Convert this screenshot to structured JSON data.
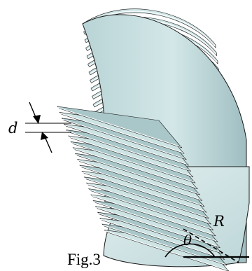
{
  "figure": {
    "caption": "Fig.3",
    "labels": {
      "spacing": "d",
      "angle": "θ",
      "radius": "R"
    },
    "colors": {
      "plate_fill": "#cde3e4",
      "plate_shade": "#a9c7c9",
      "plate_edge": "#ffffff",
      "outline": "#1a1a1a"
    },
    "icons": [
      "arrow-down-icon",
      "arrow-up-icon"
    ]
  }
}
